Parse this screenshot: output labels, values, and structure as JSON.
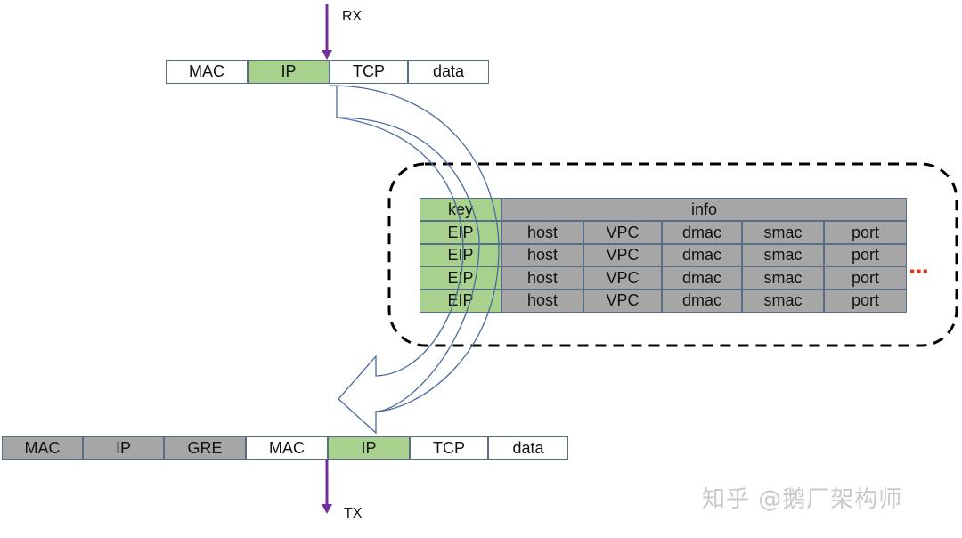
{
  "rx_label": "RX",
  "tx_label": "TX",
  "rx_packet": [
    {
      "label": "MAC",
      "style": "white"
    },
    {
      "label": "IP",
      "style": "green"
    },
    {
      "label": "TCP",
      "style": "white"
    },
    {
      "label": "data",
      "style": "white"
    }
  ],
  "table": {
    "key_header": "key",
    "info_header": "info",
    "rows": [
      [
        "EIP",
        "host",
        "VPC",
        "dmac",
        "smac",
        "port"
      ],
      [
        "EIP",
        "host",
        "VPC",
        "dmac",
        "smac",
        "port"
      ],
      [
        "EIP",
        "host",
        "VPC",
        "dmac",
        "smac",
        "port"
      ],
      [
        "EIP",
        "host",
        "VPC",
        "dmac",
        "smac",
        "port"
      ]
    ],
    "more": "..."
  },
  "tx_packet": [
    {
      "label": "MAC",
      "style": "gray"
    },
    {
      "label": "IP",
      "style": "gray"
    },
    {
      "label": "GRE",
      "style": "gray"
    },
    {
      "label": "MAC",
      "style": "white"
    },
    {
      "label": "IP",
      "style": "green"
    },
    {
      "label": "TCP",
      "style": "white"
    },
    {
      "label": "data",
      "style": "white"
    }
  ],
  "watermark": "知乎 @鹅厂架构师",
  "colors": {
    "arrow": "#7030a0",
    "green": "#a9d18e",
    "gray": "#a6a6a6",
    "border": "#5a6d86",
    "curve": "#4a6a9e",
    "dots": "#d9361c"
  }
}
